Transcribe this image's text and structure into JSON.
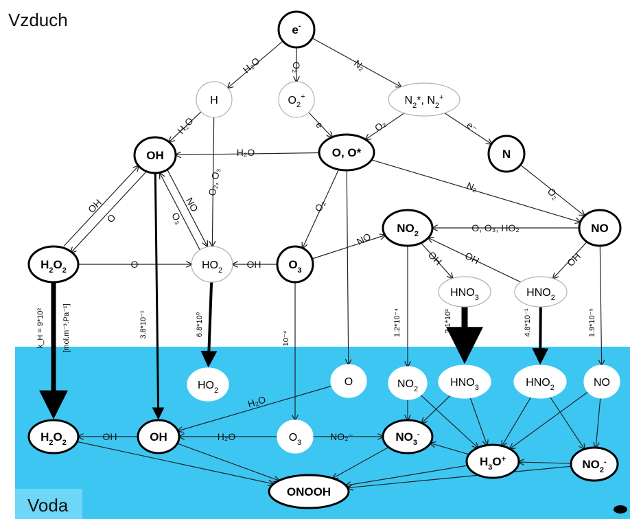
{
  "regions": {
    "air": "Vzduch",
    "water": "Voda"
  },
  "colors": {
    "water": "#3dc6f2",
    "water_label_bg": "#6fd6f7",
    "node_bold": "#000000",
    "node_light": "#b0b0b0",
    "edge": "#222222"
  },
  "nodes": {
    "e": {
      "label": "e",
      "sup": "-",
      "style": "bold"
    },
    "h": {
      "label": "H",
      "style": "light"
    },
    "o2p": {
      "label": "O",
      "sub": "2",
      "sup": "+",
      "style": "light"
    },
    "n2s": {
      "label": "N₂*, N₂⁺",
      "style": "light"
    },
    "oh_air": {
      "label": "OH",
      "style": "bold"
    },
    "o_air": {
      "label": "O, O*",
      "style": "bold"
    },
    "n_air": {
      "label": "N",
      "style": "bold"
    },
    "h2o2_air": {
      "label": "H₂O₂",
      "style": "bold"
    },
    "ho2_air": {
      "label": "HO₂",
      "style": "light"
    },
    "o3_air": {
      "label": "O₃",
      "style": "bold"
    },
    "no2_air": {
      "label": "NO₂",
      "style": "bold"
    },
    "no_air": {
      "label": "NO",
      "style": "bold"
    },
    "hno3_air": {
      "label": "HNO₃",
      "style": "light"
    },
    "hno2_air": {
      "label": "HNO₂",
      "style": "light"
    },
    "ho2_w": {
      "label": "HO₂",
      "style": "water"
    },
    "o_w": {
      "label": "O",
      "style": "water"
    },
    "no2_w": {
      "label": "NO₂",
      "style": "water"
    },
    "hno3_w": {
      "label": "HNO₃",
      "style": "water"
    },
    "hno2_w": {
      "label": "HNO₂",
      "style": "water"
    },
    "no_w": {
      "label": "NO",
      "style": "water"
    },
    "h2o2_w": {
      "label": "H₂O₂",
      "style": "bold"
    },
    "oh_w": {
      "label": "OH",
      "style": "bold"
    },
    "o3_w": {
      "label": "O₃",
      "style": "water"
    },
    "no3_w": {
      "label": "NO₃⁻",
      "style": "bold"
    },
    "h3o_w": {
      "label": "H₃O⁺",
      "style": "bold"
    },
    "no2m_w": {
      "label": "NO₂⁻",
      "style": "bold"
    },
    "onooh_w": {
      "label": "ONOOH",
      "style": "bold"
    }
  },
  "edge_labels": {
    "e_h": "H₂O",
    "e_o2p": "O₂",
    "e_n2s": "N₂",
    "h_oh": "H₂O",
    "h_ho2": "O₂, O₃",
    "o2p_o": "e⁻",
    "n2s_o": "O₂",
    "n2s_n": "e⁻",
    "o_oh": "H₂O",
    "o_no": "N₂",
    "n_no": "O₂",
    "oh_h2o2": "OH",
    "h2o2_oh": "O",
    "oh_ho2": "NO",
    "ho2_oh": "O₃",
    "o_o3": "O₂",
    "o3_no2": "NO",
    "no_no2": "O, O₃, HO₂",
    "h2o2_ho2": "O",
    "o3_ho2": "OH",
    "no2_hno3": "OH",
    "hno2_no2": "OH",
    "no_hno2": "OH",
    "o_h2o_w": "H₂O",
    "oh_h2o2_w": "OH",
    "o3_oh_w": "H₂O",
    "o3_no3_w": "NO₂⁻"
  },
  "henry": {
    "h2o2": "k_H = 9*10²",
    "unit": "[mol.m⁻³.Pa⁻¹]",
    "oh": "3.8*10⁻¹",
    "ho2": "6.8*10⁰",
    "o3": "10⁻⁴",
    "no2": "1.2*10⁻⁴",
    "hno3": "2.1*10³",
    "hno2": "4.8*10⁻¹",
    "no": "1.9*10⁻⁵"
  }
}
